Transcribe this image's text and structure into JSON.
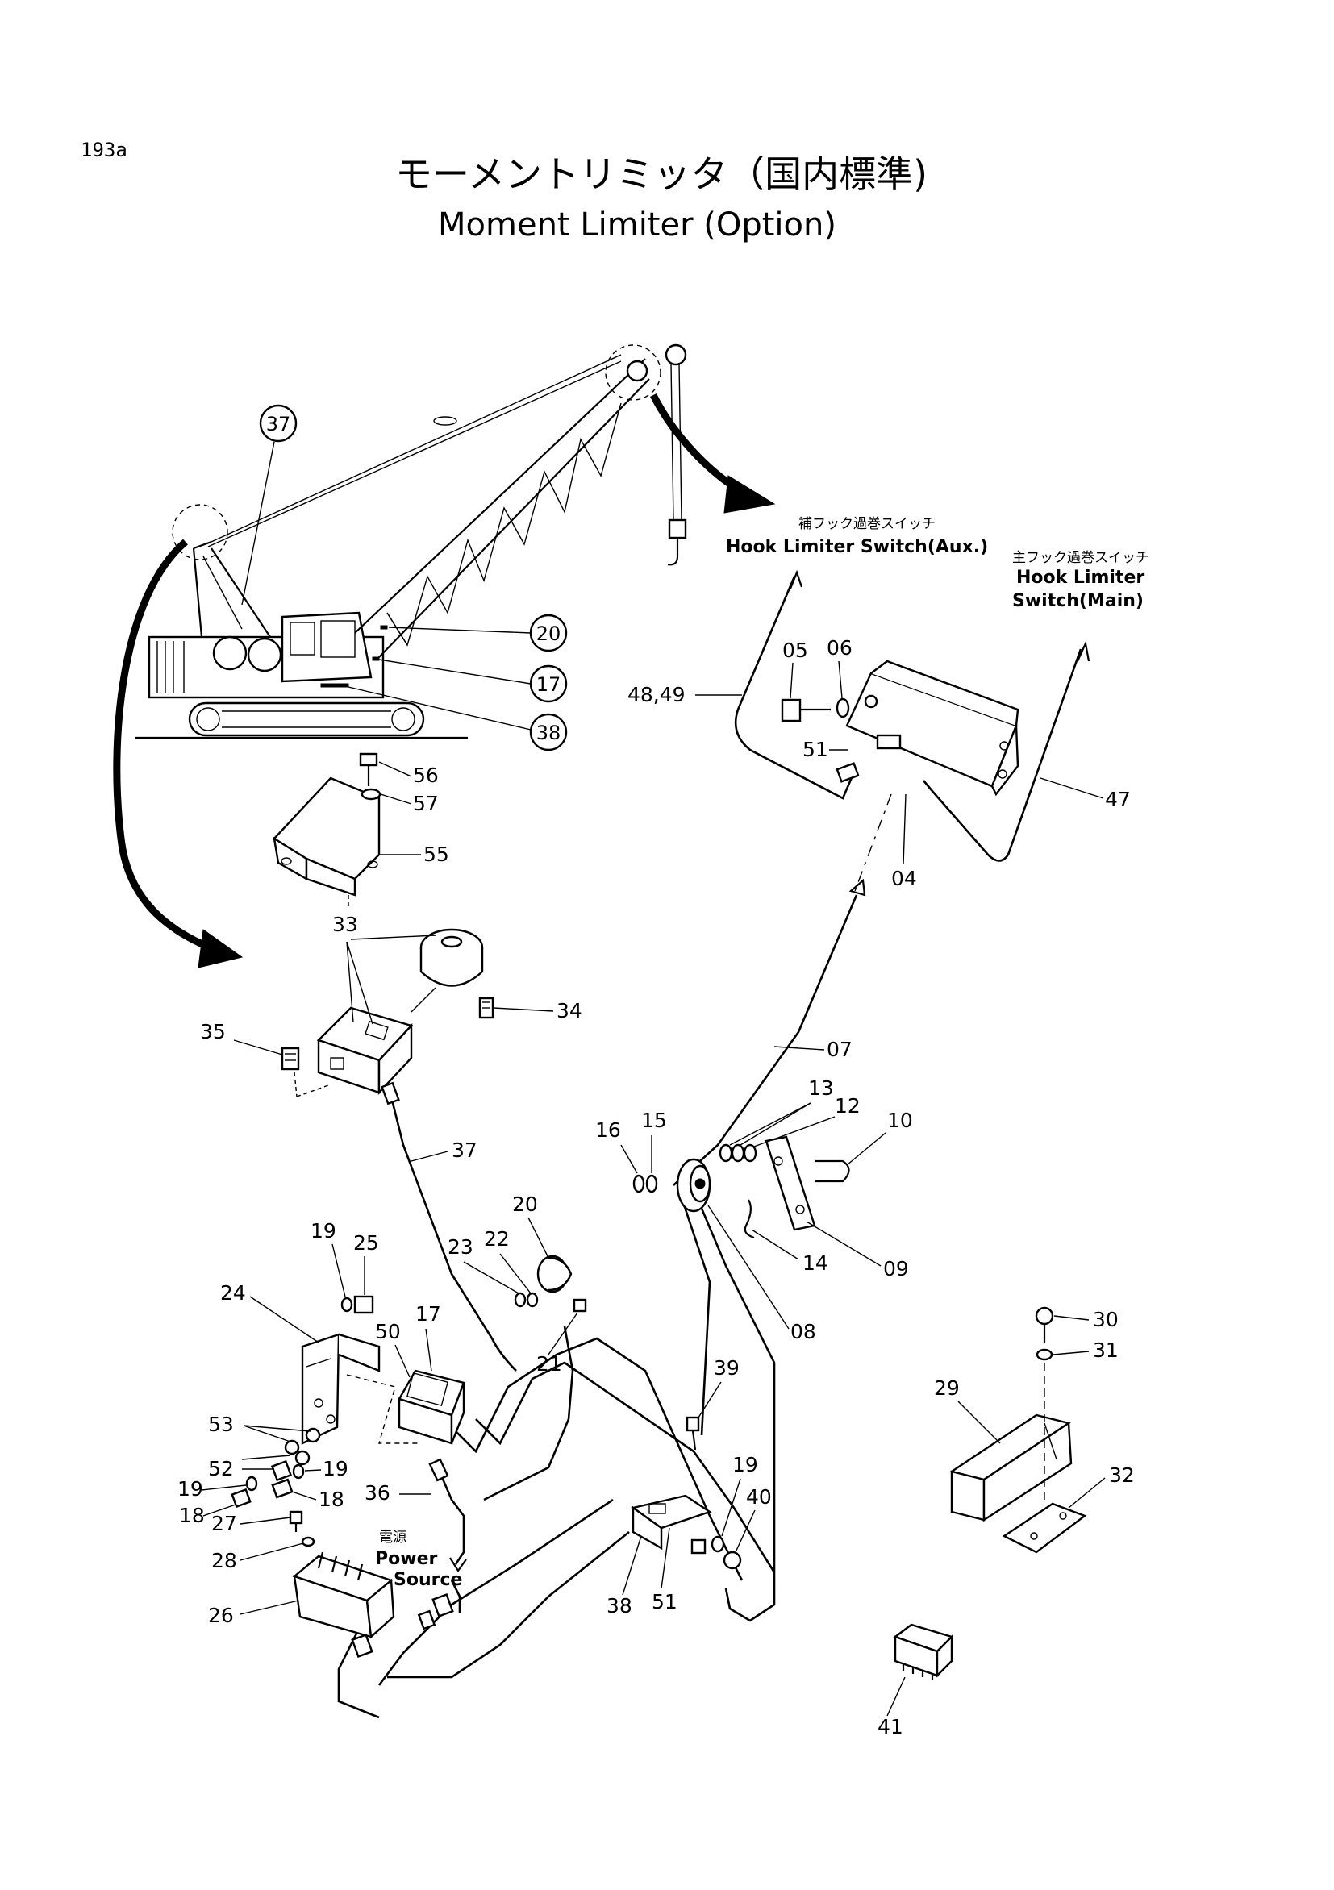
{
  "header": {
    "page_number": "193a",
    "title_jp": "モーメントリミッタ（国内標準)",
    "title_en": "Moment Limiter (Option)"
  },
  "notes": {
    "hook_aux_jp": "補フック過巻スイッチ",
    "hook_aux_en": "Hook  Limiter Switch(Aux.)",
    "hook_main_jp": "主フック過巻スイッチ",
    "hook_main_en_line1": "Hook Limiter",
    "hook_main_en_line2": "Switch(Main)",
    "power_jp": "電源",
    "power_en_line1": "Power",
    "power_en_line2": "Source"
  },
  "callouts": {
    "c37": "37",
    "c20": "20",
    "c17": "17",
    "c38": "38"
  },
  "parts": {
    "p05": "05",
    "p06": "06",
    "p4849": "48,49",
    "p51a": "51",
    "p47": "47",
    "p04": "04",
    "p56": "56",
    "p57": "57",
    "p55": "55",
    "p33": "33",
    "p34": "34",
    "p35": "35",
    "p07": "07",
    "p13": "13",
    "p12": "12",
    "p10": "10",
    "p16": "16",
    "p15": "15",
    "p37": "37",
    "p20": "20",
    "p19a": "19",
    "p25": "25",
    "p24": "24",
    "p17": "17",
    "p23": "23",
    "p22": "22",
    "p14": "14",
    "p09": "09",
    "p08": "08",
    "p21": "21",
    "p50": "50",
    "p30": "30",
    "p31": "31",
    "p29": "29",
    "p39": "39",
    "p53": "53",
    "p52": "52",
    "p19b": "19",
    "p19c": "19",
    "p18a": "18",
    "p18b": "18",
    "p27": "27",
    "p28": "28",
    "p36": "36",
    "p19d": "19",
    "p40": "40",
    "p32": "32",
    "p26": "26",
    "p38": "38",
    "p51b": "51",
    "p41": "41"
  }
}
